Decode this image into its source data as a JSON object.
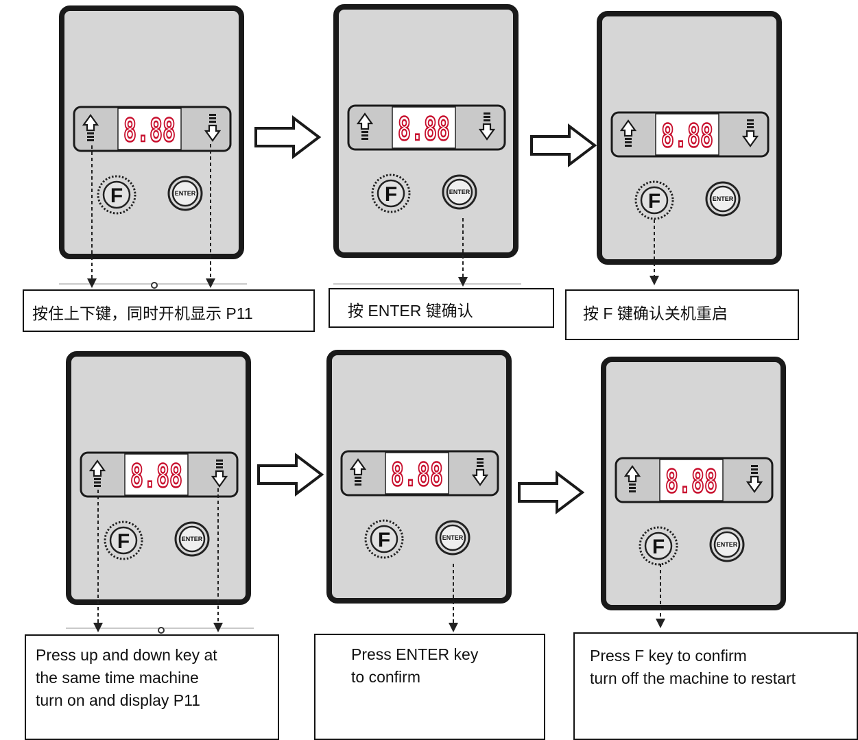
{
  "display_digits": "8.88",
  "buttons": {
    "f_label": "F",
    "enter_label": "ENTER"
  },
  "icons": [
    "up-arrow-key-icon",
    "down-arrow-key-icon",
    "flow-arrow-icon",
    "dashed-leader-arrow-icon"
  ],
  "colors": {
    "display_segments": "#c8102e",
    "panel": "#d6d6d6",
    "outline": "#1a1a1a"
  },
  "steps_cn": [
    {
      "caption": "按住上下键，同时开机显示 P11",
      "pressed": "up and down keys"
    },
    {
      "caption": "按 ENTER 键确认",
      "pressed": "ENTER"
    },
    {
      "caption": "按 F 键确认关机重启",
      "pressed": "F"
    }
  ],
  "steps_en": [
    {
      "lines": [
        "Press up and down key at",
        "the same time machine",
        "turn on and display P11"
      ],
      "pressed": "up and down keys"
    },
    {
      "lines": [
        "Press ENTER key",
        "to confirm"
      ],
      "pressed": "ENTER"
    },
    {
      "lines": [
        "Press F key to confirm",
        "turn off the machine to restart"
      ],
      "pressed": "F"
    }
  ]
}
